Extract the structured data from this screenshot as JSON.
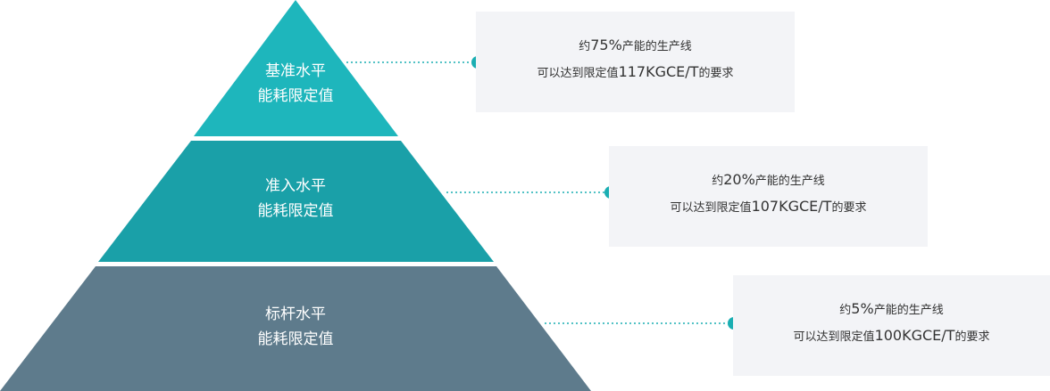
{
  "colors": {
    "tier1": "#1eb6bc",
    "tier2": "#1aa0a8",
    "tier3": "#5e7b8c",
    "dot": "#1aaeb2",
    "box_bg": "#f3f4f7"
  },
  "tiers": [
    {
      "line1": "基准水平",
      "line2": "能耗限定值"
    },
    {
      "line1": "准入水平",
      "line2": "能耗限定值"
    },
    {
      "line1": "标杆水平",
      "line2": "能耗限定值"
    }
  ],
  "boxes": [
    {
      "pre1": "约",
      "pct": "75%",
      "post1": "产能的生产线",
      "pre2": "可以达到限定值",
      "val": "117KGCE/T",
      "post2": "的要求"
    },
    {
      "pre1": "约",
      "pct": "20%",
      "post1": "产能的生产线",
      "pre2": "可以达到限定值",
      "val": "107KGCE/T",
      "post2": "的要求"
    },
    {
      "pre1": "约",
      "pct": "5%",
      "post1": "产能的生产线",
      "pre2": "可以达到限定值",
      "val": "100KGCE/T",
      "post2": "的要求"
    }
  ]
}
